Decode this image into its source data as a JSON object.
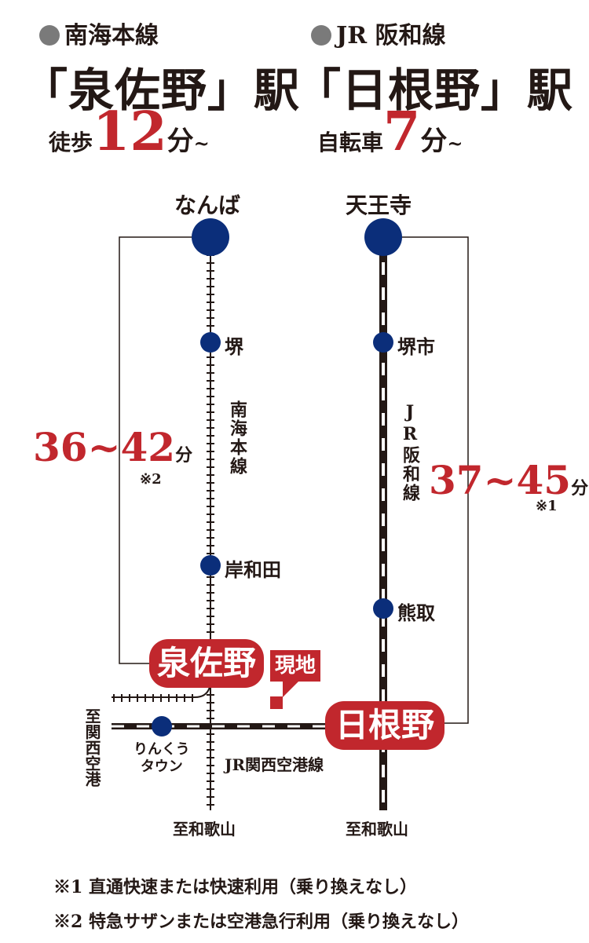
{
  "header": {
    "left": {
      "line": "南海本線",
      "station": "「泉佐野」駅",
      "mode": "徒歩",
      "minutes": "12",
      "unit": "分",
      "suffix": "~"
    },
    "right": {
      "line": "JR 阪和線",
      "station": "「日根野」駅",
      "mode": "自転車",
      "minutes": "7",
      "unit": "分",
      "suffix": "~"
    }
  },
  "map": {
    "nankai": {
      "terminal": "なんば",
      "line_name": "南海本線",
      "stations": [
        "堺",
        "岸和田"
      ],
      "highlight_station": "泉佐野",
      "bottom_label": "至和歌山"
    },
    "jr": {
      "terminal": "天王寺",
      "line_name": "JR阪和線",
      "stations": [
        "堺市",
        "熊取"
      ],
      "highlight_station": "日根野",
      "bottom_label": "至和歌山"
    },
    "airport_line": {
      "name": "JR関西空港線",
      "station": "りんくう\nタウン",
      "station_line1": "りんくう",
      "station_line2": "タウン",
      "direction": "至関西空港"
    },
    "site_label": "現地",
    "time_left": {
      "value": "36~42",
      "unit": "分",
      "note": "※2"
    },
    "time_right": {
      "value": "37~45",
      "unit": "分",
      "note": "※1"
    },
    "colors": {
      "accent": "#c1272d",
      "station": "#0b2e7a",
      "track": "#231815"
    }
  },
  "footnotes": [
    "※1 直通快速または快速利用（乗り換えなし）",
    "※2 特急サザンまたは空港急行利用（乗り換えなし）"
  ]
}
